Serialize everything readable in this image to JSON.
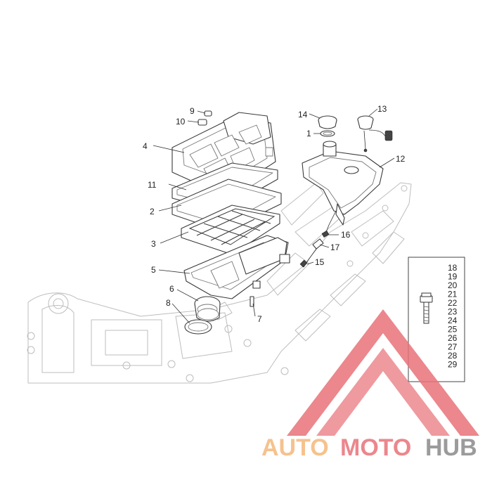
{
  "callouts": {
    "c1": "1",
    "c2": "2",
    "c3": "3",
    "c4": "4",
    "c5": "5",
    "c6": "6",
    "c7": "7",
    "c8": "8",
    "c9": "9",
    "c10": "10",
    "c11": "11",
    "c12": "12",
    "c13": "13",
    "c14": "14",
    "c15": "15",
    "c16": "16",
    "c17": "17"
  },
  "bolt_box": {
    "numbers": [
      "18",
      "19",
      "20",
      "21",
      "22",
      "23",
      "24",
      "25",
      "26",
      "27",
      "28",
      "29"
    ]
  },
  "watermark": {
    "text_part1": "AUTO",
    "text_part2": "MOTO",
    "text_part3": "HUB",
    "color_orange": "#f5b87a",
    "color_red": "#e8737a",
    "color_gray": "#8a8a8a"
  }
}
